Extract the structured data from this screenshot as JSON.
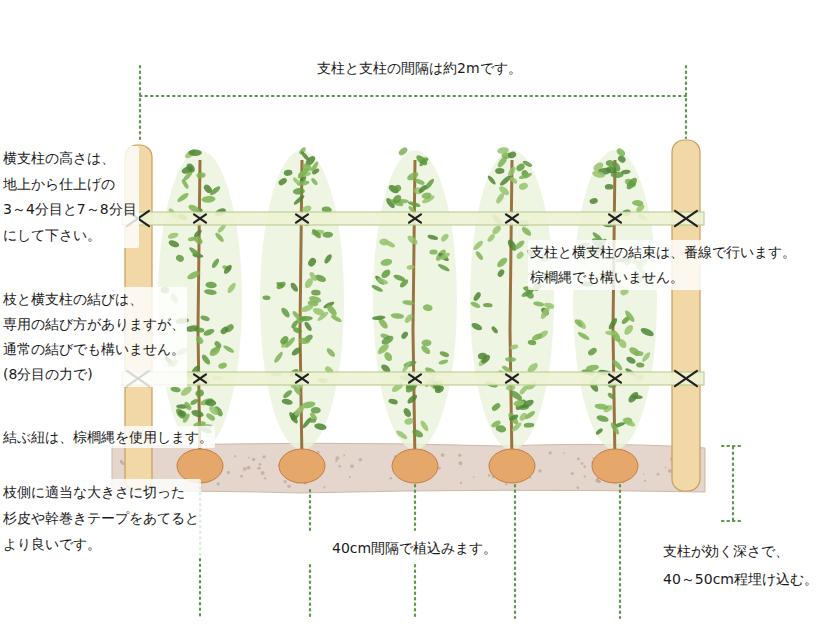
{
  "diagram": {
    "labels": [
      "支柱と支柱の間隔は約2mです。",
      "横支柱の高さは、 地上から仕上げの 3～4分目と7～8分目 にして下さい。",
      "枝と横支柱の結びは、 専用の結び方がありますが、 通常の結びでも構いません。 (8分目の力で)",
      "結ぶ紐は、棕櫚縄を使用します。",
      "枝側に適当な大きさに切った 杉皮や幹巻きテープをあてると より良いです。",
      "支柱と横支柱の結束は、番線で行います。 棕櫚縄でも構いません。",
      "40cm間隔で植込みます。",
      "支柱が効く深さで、 40～50cm程埋け込む。"
    ]
  }
}
